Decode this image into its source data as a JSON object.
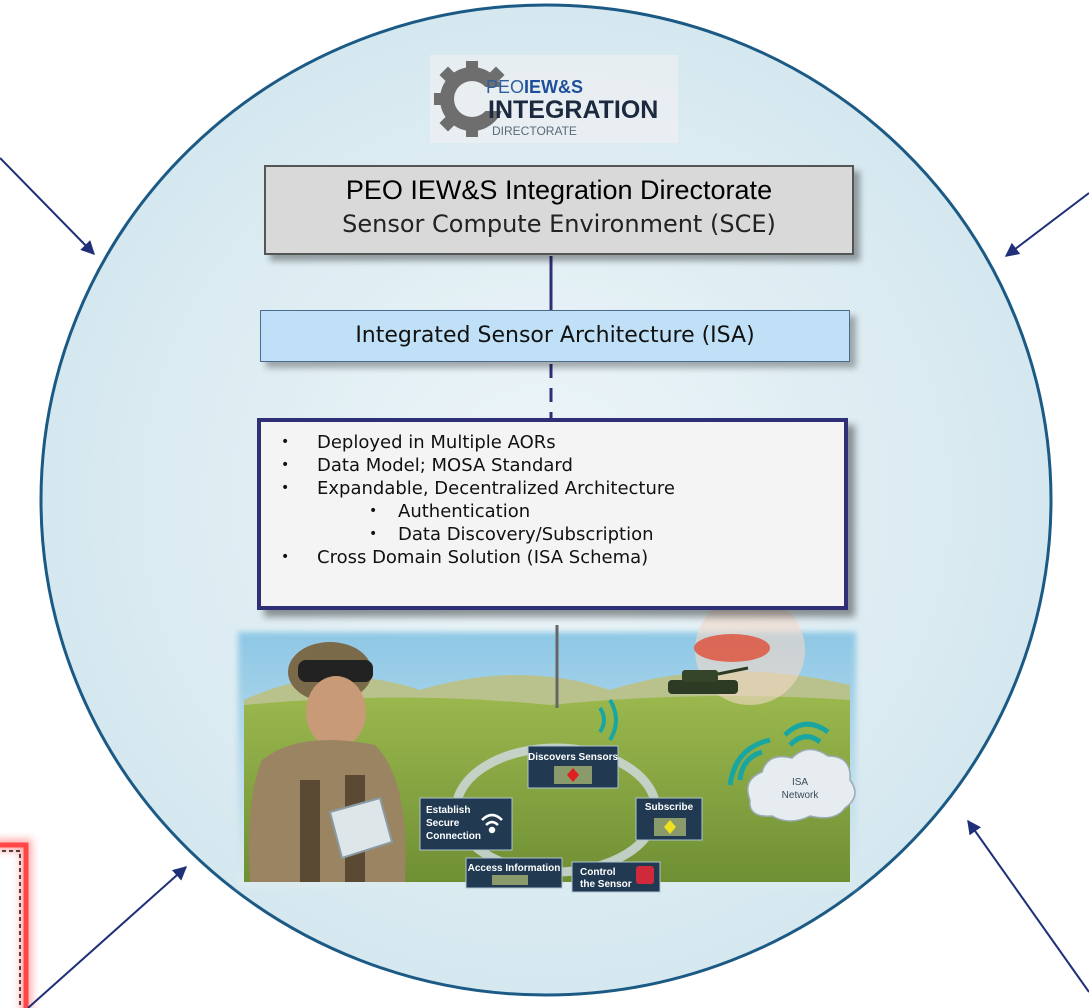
{
  "logo": {
    "line1_prefix": "PEO",
    "line1_emph": "IEW&S",
    "line2": "INTEGRATION",
    "line3": "DIRECTORATE"
  },
  "title_box": {
    "line1": "PEO IEW&S Integration Directorate",
    "line2": "Sensor Compute Environment (SCE)"
  },
  "isa_box": {
    "label": "Integrated Sensor Architecture (ISA)"
  },
  "bullets": [
    {
      "text": "Deployed in Multiple AORs",
      "level": 1
    },
    {
      "text": "Data Model; MOSA Standard",
      "level": 1
    },
    {
      "text": "Expandable, Decentralized Architecture",
      "level": 1
    },
    {
      "text": "Authentication",
      "level": 2
    },
    {
      "text": "Data Discovery/Subscription",
      "level": 2
    },
    {
      "text": "Cross Domain Solution (ISA Schema)",
      "level": 1
    }
  ],
  "illustration": {
    "discovers": "Discovers Sensors",
    "subscribe": "Subscribe",
    "establish": [
      "Establish",
      "Secure",
      "Connection"
    ],
    "access": "Access Information",
    "control": [
      "Control",
      "the Sensor"
    ],
    "network": [
      "ISA",
      "Network"
    ]
  },
  "colors": {
    "circle_fill": "#dcedf3",
    "circle_stroke": "#1c5a86",
    "arrow": "#1f2f78",
    "box_border": "#2f2f78",
    "highlight": "#ff3b3b"
  }
}
